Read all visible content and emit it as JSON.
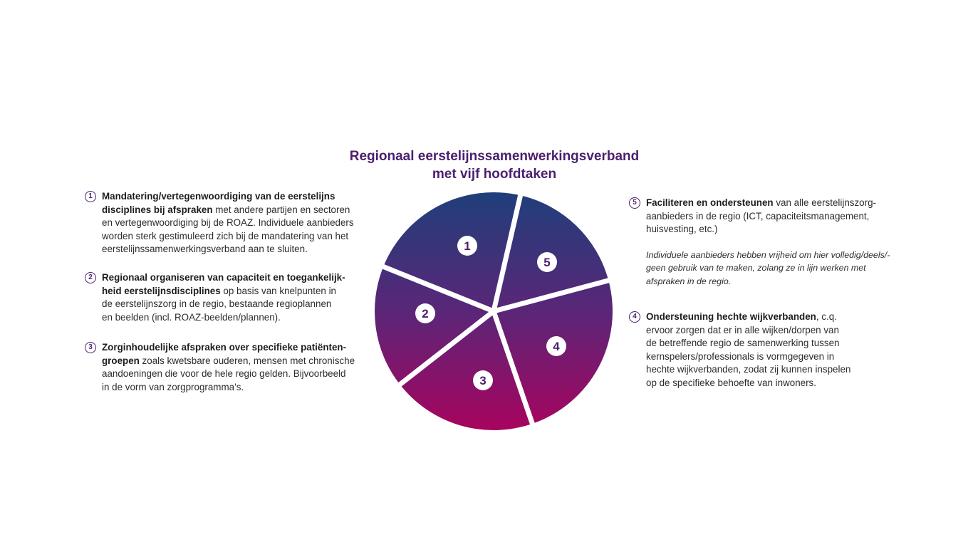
{
  "title_lines": [
    "Regionaal eerstelijnssamenwerkingsverband",
    "met vijf hoofdtaken"
  ],
  "colors": {
    "title": "#4b1f6e",
    "gradient_top": "#1f3f7a",
    "gradient_mid": "#5a2678",
    "gradient_bottom": "#a8045e",
    "badge_text": "#4b1f6e"
  },
  "segments": [
    {
      "number": "1"
    },
    {
      "number": "2"
    },
    {
      "number": "3"
    },
    {
      "number": "4"
    },
    {
      "number": "5"
    }
  ],
  "items": {
    "item1": {
      "number": "1",
      "lines": [
        {
          "bold": "Mandatering/vertegenwoordiging van de eerstelijns",
          "text": ""
        },
        {
          "bold": "disciplines bij afspraken",
          "text": " met andere partijen en sectoren"
        },
        {
          "bold": "",
          "text": "en vertegenwoordiging bij de ROAZ.  Individuele aanbieders"
        },
        {
          "bold": "",
          "text": "worden sterk gestimuleerd zich bij de mandatering van het"
        },
        {
          "bold": "",
          "text": "eerstelijnssamenwerkingsverband aan te sluiten."
        }
      ]
    },
    "item2": {
      "number": "2",
      "lines": [
        {
          "bold": "Regionaal organiseren van capaciteit en toegankelijk-",
          "text": ""
        },
        {
          "bold": "heid eerstelijnsdisciplines",
          "text": " op basis van knelpunten in"
        },
        {
          "bold": "",
          "text": "de eerstelijnszorg in de regio, bestaande regioplannen"
        },
        {
          "bold": "",
          "text": "en beelden (incl. ROAZ-beelden/plannen)."
        }
      ]
    },
    "item3": {
      "number": "3",
      "lines": [
        {
          "bold": "Zorginhoudelijke afspraken over specifieke patiënten-",
          "text": ""
        },
        {
          "bold": "groepen",
          "text": " zoals kwetsbare ouderen, mensen met chronische"
        },
        {
          "bold": "",
          "text": "aandoeningen die voor de hele regio gelden. Bijvoorbeeld"
        },
        {
          "bold": "",
          "text": "in de vorm van zorgprogramma’s."
        }
      ]
    },
    "item5": {
      "number": "5",
      "lines": [
        {
          "bold": "Faciliteren en ondersteunen",
          "text": " van alle eerstelijnszorg-"
        },
        {
          "bold": "",
          "text": "aanbieders in de regio (ICT, capaciteitsmanagement,"
        },
        {
          "bold": "",
          "text": "huisvesting, etc.)"
        }
      ],
      "note_lines": [
        "Individuele aanbieders hebben vrijheid om hier volledig/deels/-",
        "geen gebruik van te maken, zolang ze in lijn werken met",
        "afspraken in de regio."
      ]
    },
    "item4": {
      "number": "4",
      "lines": [
        {
          "bold": "Ondersteuning hechte wijkverbanden",
          "text": ", c.q."
        },
        {
          "bold": "",
          "text": "ervoor zorgen dat er in alle wijken/dorpen van"
        },
        {
          "bold": "",
          "text": "de betreffende regio de samenwerking tussen"
        },
        {
          "bold": "",
          "text": "kernspelers/professionals is vormgegeven in"
        },
        {
          "bold": "",
          "text": "hechte wijkverbanden, zodat zij kunnen inspelen"
        },
        {
          "bold": "",
          "text": "op de specifieke behoefte van inwoners."
        }
      ]
    }
  }
}
